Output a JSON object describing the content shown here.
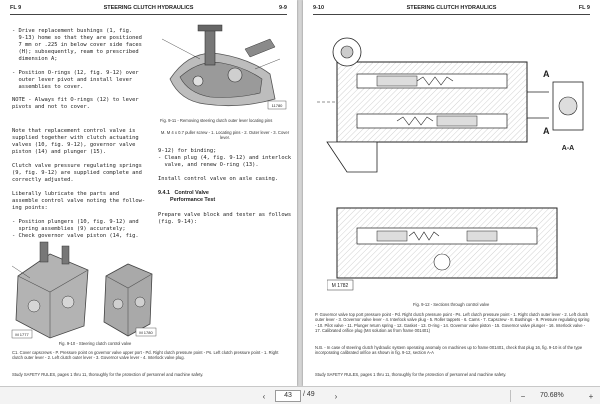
{
  "left_page": {
    "header_left": "FL 9",
    "header_center": "STEERING CLUTCH HYDRAULICS",
    "header_right": "9-9",
    "text_block_1": "- Drive replacement bushings (1, fig.\n  9-13) home so that they are positioned\n  7 mm or .225 in below cover side faces\n  (H); subsequently, ream to prescribed\n  dimension A;\n\n- Position O-rings (12, fig. 9-12) over\n  outer lever pivot and install lever\n  assemblies to cover.",
    "note_block": "NOTE - Always fit O-rings (12) to lever\npivots and not to cover.",
    "text_block_2": "Note that replacement control valve is\nsupplied together with clutch actuating\nvalves (10, fig. 9-12), governor valve\npiston (14) and plunger (15).\n\nClutch valve pressure regulating springs\n(9, fig. 9-12) are supplied complete and\ncorrectly adjusted.\n\nLiberally lubricate the parts and\nassemble control valve noting the follow-\ning points:\n\n- Position plungers (10, fig. 9-12) and\n  spring assemblies (9) accurately;\n- Check governor valve piston (14, fig.",
    "fig_911_caption": "Fig. 9-11 - Removing steering clutch outer lever locating pins",
    "fig_911_legend": "M. M 4 x 0.7 puller screw - 1. Locating pins - 2. Outer lever - 3. Cover lever.",
    "text_block_3": "9-12) for binding;\n- Clean plug (4, fig. 9-12) and interlock\n  valve, and renew O-ring (13).\n\nInstall control valve on axle casing.",
    "section_title": "9.4.1   Control Valve\n        Performance Test",
    "text_block_4": "Prepare valve block and tester as follows\n(fig. 9-14):",
    "fig_910_caption": "Fig. 9-10 - Steering clutch control valve",
    "fig_910_tag_a": "M 1777",
    "fig_910_tag_b": "M 1780",
    "fig_911_tag": "11780",
    "bottom_legend": "C1. Cover capscrews - P. Pressure point on governor valve upper port - Pd. Right clutch pressure point - Ps. Left clutch pressure point - 1. Right clutch outer lever - 2. Left clutch outer lever - 3. Governor valve lever - 4. Interlock valve plug.",
    "footer": "Study SAFETY RULES, pages 1 thru 11, thoroughly for the protection of personnel and machine safety."
  },
  "right_page": {
    "header_left": "9-10",
    "header_center": "STEERING CLUTCH HYDRAULICS",
    "header_right": "FL 9",
    "section_label_a": "A-A",
    "arrow_label_1": "A",
    "arrow_label_2": "A",
    "fig_tag": "M 1782",
    "fig_912_caption": "Fig. 9-12 - Sections through control valve",
    "fig_912_legend": "P. Governor valve top port pressure point - Pd. Right clutch pressure point - Ps. Left clutch pressure point - 1. Right clutch outer lever - 2. Left clutch outer lever - 3. Governor valve lever - 4. Interlock valve plug - 5. Roller tappets - 6. Cams - 7. Capscrew - 8. Bushings - 9. Pressure regulating spring - 10. Pilot valve - 11. Plunger return spring - 12. Gasket - 13. O-ring - 14. Governor valve piston - 15. Governor valve plunger - 16. Interlock valve - 17. Calibrated orifice plug (M4 solution as from frame 001401)",
    "fig_912_note": "N.B. - In case of steering clutch hydraulic system operating anomaly on machines up to frame 001401, check that plug 16, fig. 9-10 is of the type incorporating calibrated orifice as shown in fig. 9-12, section A-A",
    "footer": "Study SAFETY RULES, pages 1 thru 11, thoroughly for the protection of personnel and machine safety."
  },
  "toolbar": {
    "current_page": "43",
    "total_pages": "/ 49",
    "zoom_level": "70.68%",
    "icons": [
      "prev-page-icon",
      "next-page-icon",
      "zoom-out-icon",
      "zoom-in-icon",
      "fit-icon"
    ]
  }
}
